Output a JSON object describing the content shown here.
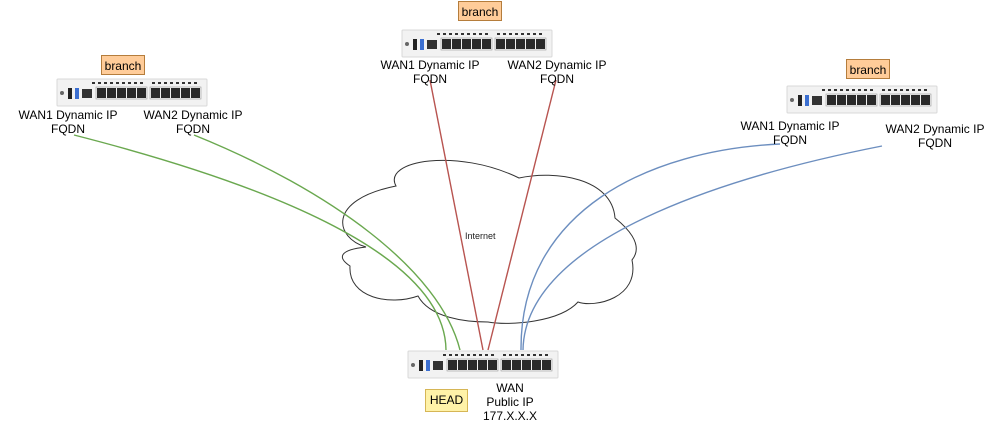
{
  "diagram": {
    "cloud": {
      "label": "Internet"
    },
    "branches": [
      {
        "id": "branch-left",
        "tag": "branch",
        "wan1": [
          "WAN1 Dynamic IP",
          "FQDN"
        ],
        "wan2": [
          "WAN2 Dynamic IP",
          "FQDN"
        ],
        "link_color": "#6aa84f"
      },
      {
        "id": "branch-center",
        "tag": "branch",
        "wan1": [
          "WAN1 Dynamic IP",
          "FQDN"
        ],
        "wan2": [
          "WAN2 Dynamic IP",
          "FQDN"
        ],
        "link_color": "#b85450"
      },
      {
        "id": "branch-right",
        "tag": "branch",
        "wan1": [
          "WAN1 Dynamic IP",
          "FQDN"
        ],
        "wan2": [
          "WAN2 Dynamic IP",
          "FQDN"
        ],
        "link_color": "#6c8ebf"
      }
    ],
    "head": {
      "tag": "HEAD",
      "wan": [
        "WAN",
        "Public IP",
        "177.X.X.X"
      ]
    },
    "colors": {
      "branch_fill": "#ffcc99",
      "head_fill": "#fff2a8",
      "green": "#6aa84f",
      "red": "#b85450",
      "blue": "#6c8ebf"
    }
  }
}
